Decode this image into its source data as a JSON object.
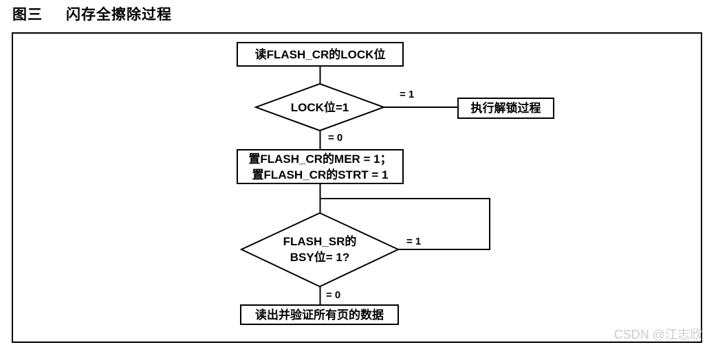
{
  "figure": {
    "label": "图三",
    "title": "闪存全擦除过程",
    "watermark": "CSDN @江志欣"
  },
  "flowchart": {
    "node_read_lock": "读FLASH_CR的LOCK位",
    "node_lock_decision": "LOCK位=1",
    "node_unlock": "执行解锁过程",
    "node_set_line1": "置FLASH_CR的MER = 1；",
    "node_set_line2": "置FLASH_CR的STRT = 1",
    "node_bsy_line1": "FLASH_SR的",
    "node_bsy_line2": "BSY位= 1?",
    "node_verify": "读出并验证所有页的数据",
    "label_lock_yes": "= 1",
    "label_lock_no": "= 0",
    "label_bsy_yes": "= 1",
    "label_bsy_no": "= 0",
    "colors": {
      "line": "#000000",
      "text": "#000000",
      "watermark": "#cbcbcb",
      "background": "#ffffff"
    }
  }
}
